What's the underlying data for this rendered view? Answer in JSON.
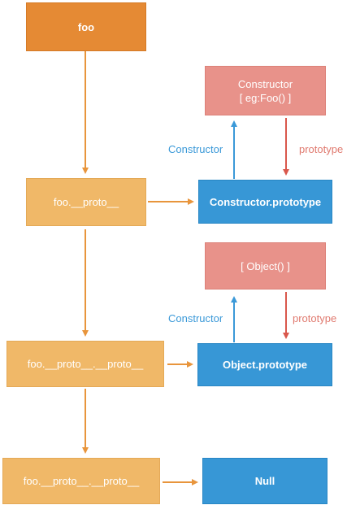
{
  "colors": {
    "dark_orange": "#e58a34",
    "light_orange": "#f0b868",
    "blue": "#3797d6",
    "pink": "#e8928a",
    "arrow_orange": "#e8953c",
    "arrow_blue": "#3b99d8",
    "arrow_red": "#d9574c"
  },
  "nodes": {
    "foo": "foo",
    "foo_proto": "foo.__proto__",
    "foo_proto_proto_1": "foo.__proto__.__proto__",
    "foo_proto_proto_2": "foo.__proto__.__proto__",
    "constructor_fn": "Constructor\n[ eg:Foo() ]",
    "constructor_prototype": "Constructor.prototype",
    "object_fn": "[ Object() ]",
    "object_prototype": "Object.prototype",
    "null": "Null"
  },
  "edge_labels": {
    "constructor_1": "Constructor",
    "prototype_1": "prototype",
    "constructor_2": "Constructor",
    "prototype_2": "prototype"
  }
}
